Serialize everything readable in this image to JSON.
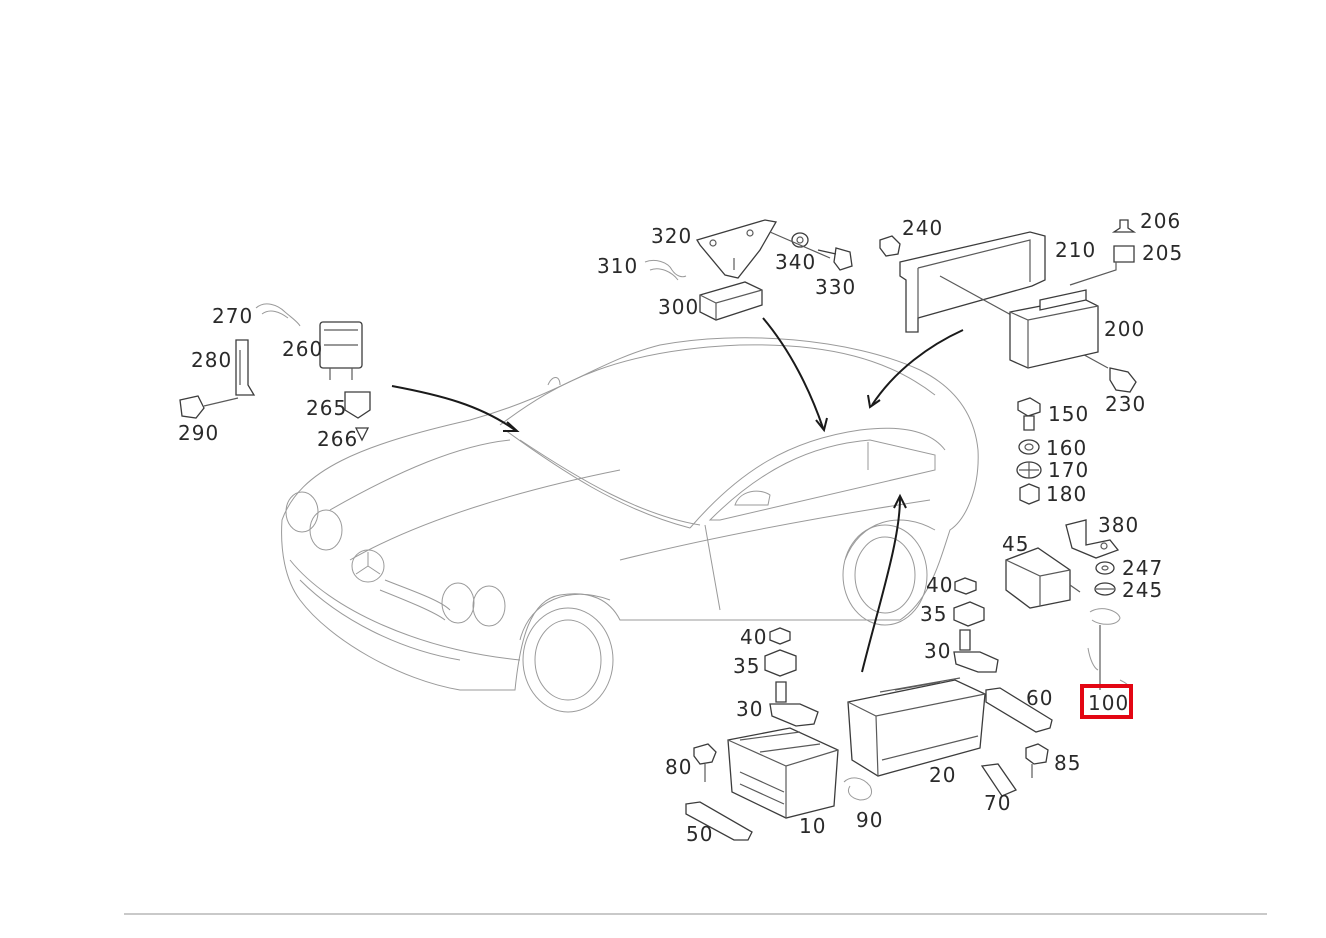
{
  "labels": {
    "l10": "10",
    "l20": "20",
    "l30a": "30",
    "l30b": "30",
    "l35a": "35",
    "l35b": "35",
    "l40a": "40",
    "l40b": "40",
    "l45": "45",
    "l50": "50",
    "l60": "60",
    "l70": "70",
    "l80": "80",
    "l85": "85",
    "l90": "90",
    "l100": "100",
    "l150": "150",
    "l160": "160",
    "l170": "170",
    "l180": "180",
    "l200": "200",
    "l205": "205",
    "l206": "206",
    "l210": "210",
    "l230": "230",
    "l240": "240",
    "l245": "245",
    "l247": "247",
    "l260": "260",
    "l265": "265",
    "l266": "266",
    "l270": "270",
    "l280": "280",
    "l290": "290",
    "l300": "300",
    "l310": "310",
    "l320": "320",
    "l330": "330",
    "l340": "340",
    "l380": "380"
  },
  "highlight": {
    "part": "100",
    "color": "#e30613"
  }
}
